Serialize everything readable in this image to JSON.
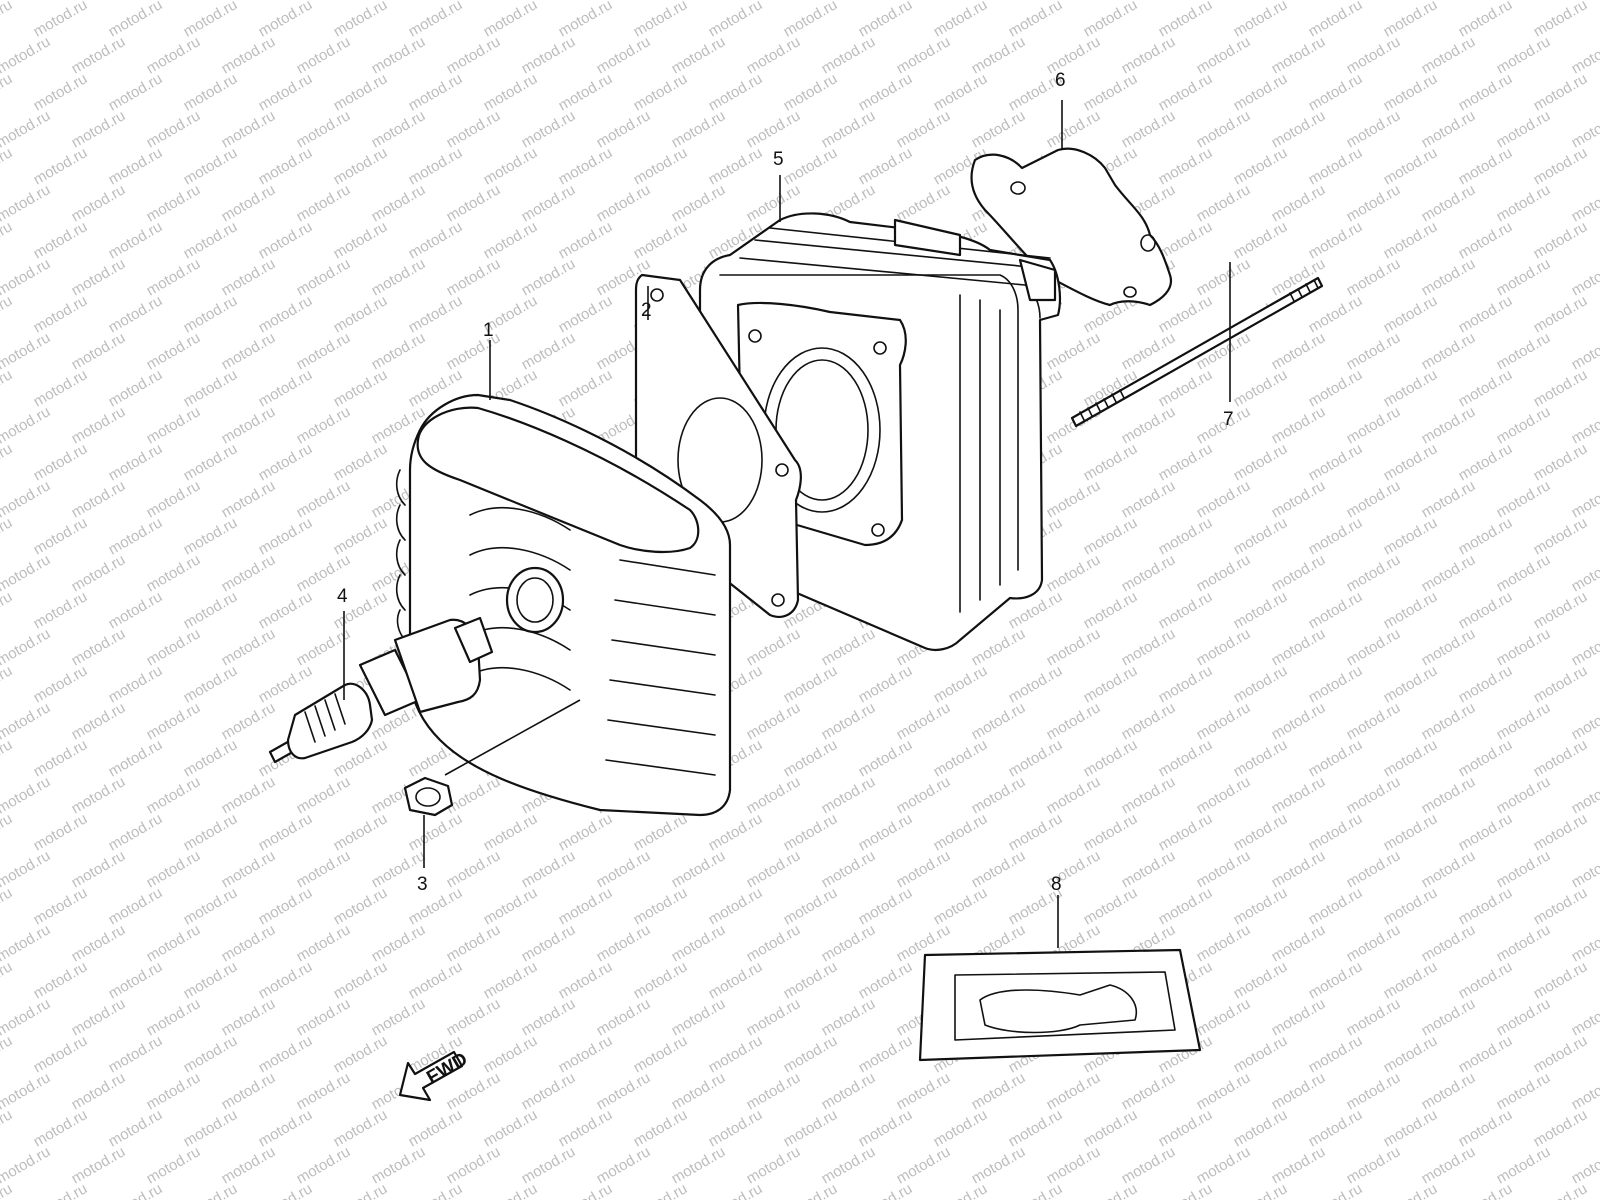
{
  "watermark": {
    "text": "motod.ru",
    "color": "#bdbdbd"
  },
  "callouts": [
    {
      "id": "1",
      "label": "1"
    },
    {
      "id": "2",
      "label": "2"
    },
    {
      "id": "3",
      "label": "3"
    },
    {
      "id": "4",
      "label": "4"
    },
    {
      "id": "5",
      "label": "5"
    },
    {
      "id": "6",
      "label": "6"
    },
    {
      "id": "7",
      "label": "7"
    },
    {
      "id": "8",
      "label": "8"
    }
  ],
  "fwd_arrow": {
    "label": "FWD"
  },
  "colors": {
    "line": "#111111",
    "background": "#ffffff"
  }
}
